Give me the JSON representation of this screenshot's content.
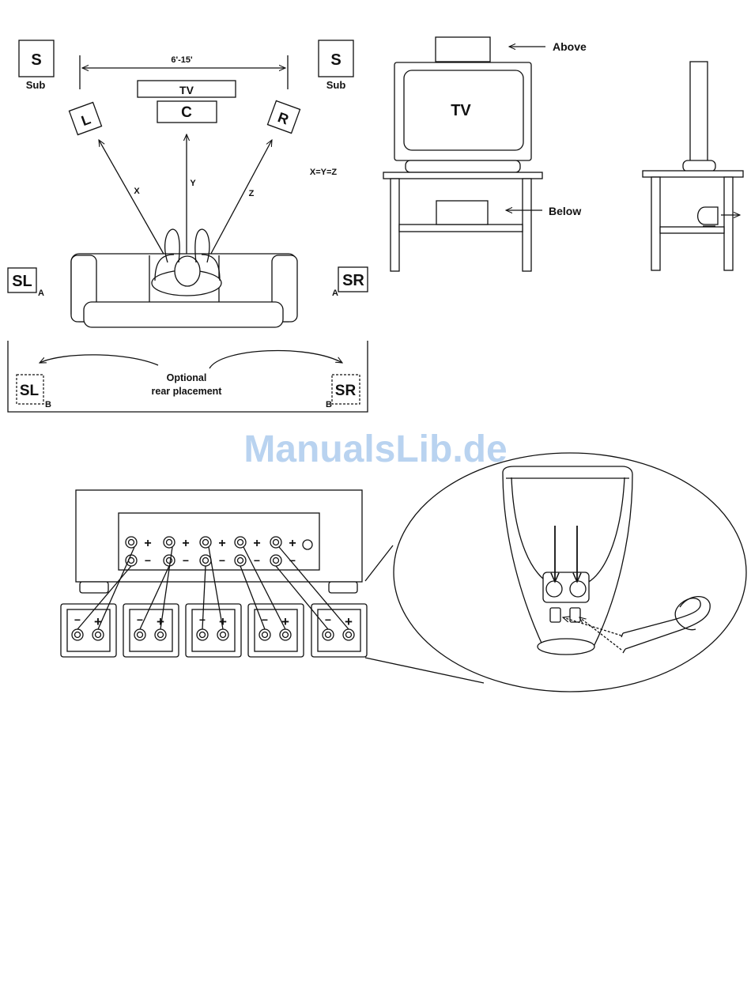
{
  "placement": {
    "sub_box": "S",
    "sub_label": "Sub",
    "distance_label": "6'-15'",
    "tv_label": "TV",
    "center_label": "C",
    "left_label": "L",
    "right_label": "R",
    "x_label": "X",
    "y_label": "Y",
    "z_label": "Z",
    "equation": "X=Y=Z",
    "sl_label": "SL",
    "sr_label": "SR",
    "pos_a": "A",
    "pos_b": "B",
    "optional_line1": "Optional",
    "optional_line2": "rear placement"
  },
  "mounting": {
    "tv_label": "TV",
    "above_label": "Above",
    "below_label": "Below"
  },
  "watermark": "ManualsLib.de",
  "wiring": {
    "plus_symbol": "+",
    "minus_symbol": "−"
  }
}
